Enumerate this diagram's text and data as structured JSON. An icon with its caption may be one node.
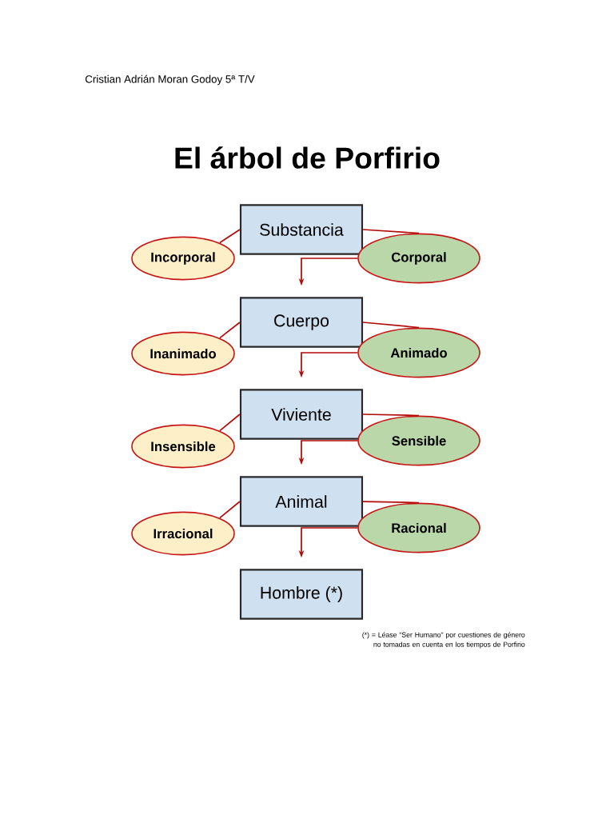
{
  "diagram": {
    "title": "El árbol de Porfirio",
    "nodes": [
      {
        "text": [
          "Substancia"
        ]
      },
      {
        "text": [
          "Incorporal"
        ]
      },
      {
        "text": [
          "Corporal"
        ]
      },
      {
        "text": [
          "Cuerpo"
        ]
      },
      {
        "text": [
          "Inanimado"
        ]
      },
      {
        "text": [
          "Animado"
        ]
      },
      {
        "text": [
          "Viviente"
        ]
      },
      {
        "text": [
          "Insensible"
        ]
      },
      {
        "text": [
          "Sensible"
        ]
      },
      {
        "text": [
          "Animal"
        ]
      },
      {
        "text": [
          "Irracional"
        ]
      },
      {
        "text": [
          "Racional"
        ]
      },
      {
        "text": [
          "Hombre (*)"
        ]
      }
    ],
    "edges": [
      {
        "from": 0,
        "to": 1,
        "arrow": "none"
      },
      {
        "from": 0,
        "to": 2,
        "arrow": "none"
      },
      {
        "from": 2,
        "to": 3,
        "arrow": "to"
      },
      {
        "from": 3,
        "to": 4,
        "arrow": "none"
      },
      {
        "from": 3,
        "to": 5,
        "arrow": "none"
      },
      {
        "from": 5,
        "to": 6,
        "arrow": "to"
      },
      {
        "from": 6,
        "to": 7,
        "arrow": "none"
      },
      {
        "from": 6,
        "to": 8,
        "arrow": "none"
      },
      {
        "from": 8,
        "to": 9,
        "arrow": "to"
      },
      {
        "from": 9,
        "to": 10,
        "arrow": "none"
      },
      {
        "from": 9,
        "to": 11,
        "arrow": "none"
      },
      {
        "from": 11,
        "to": 12,
        "arrow": "to"
      }
    ],
    "labels": [
      "Cristian Adrián Moran Godoy 5ª T/V",
      "(*) = Léase \"Ser Humano\" por cuestiones de género no tomadas en cuenta en los tiempos de Porfirio"
    ]
  }
}
